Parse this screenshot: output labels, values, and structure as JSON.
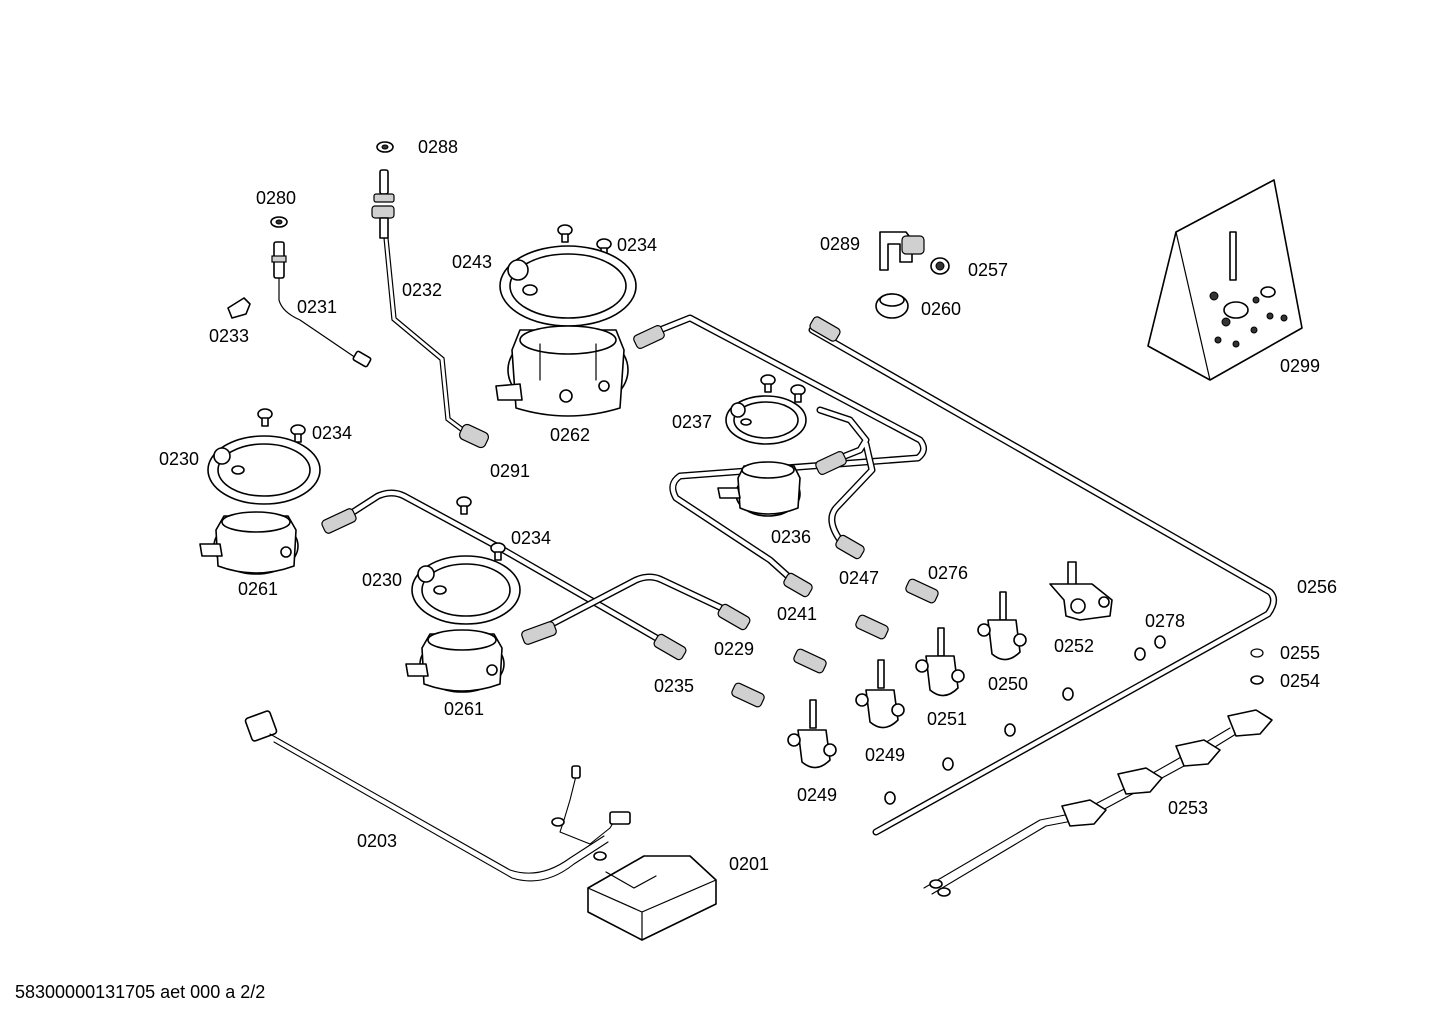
{
  "footer": "58300000131705 aet 000 a 2/2",
  "labels": [
    "0288",
    "0280",
    "0231",
    "0233",
    "0232",
    "0243",
    "0234",
    "0262",
    "0291",
    "0230",
    "0234",
    "0261",
    "0230",
    "0234",
    "0261",
    "0235",
    "0229",
    "0237",
    "0236",
    "0247",
    "0241",
    "0289",
    "0257",
    "0260",
    "0299",
    "0276",
    "0252",
    "0278",
    "0256",
    "0250",
    "0251",
    "0249",
    "0249",
    "0255",
    "0254",
    "0253",
    "0203",
    "0201"
  ]
}
